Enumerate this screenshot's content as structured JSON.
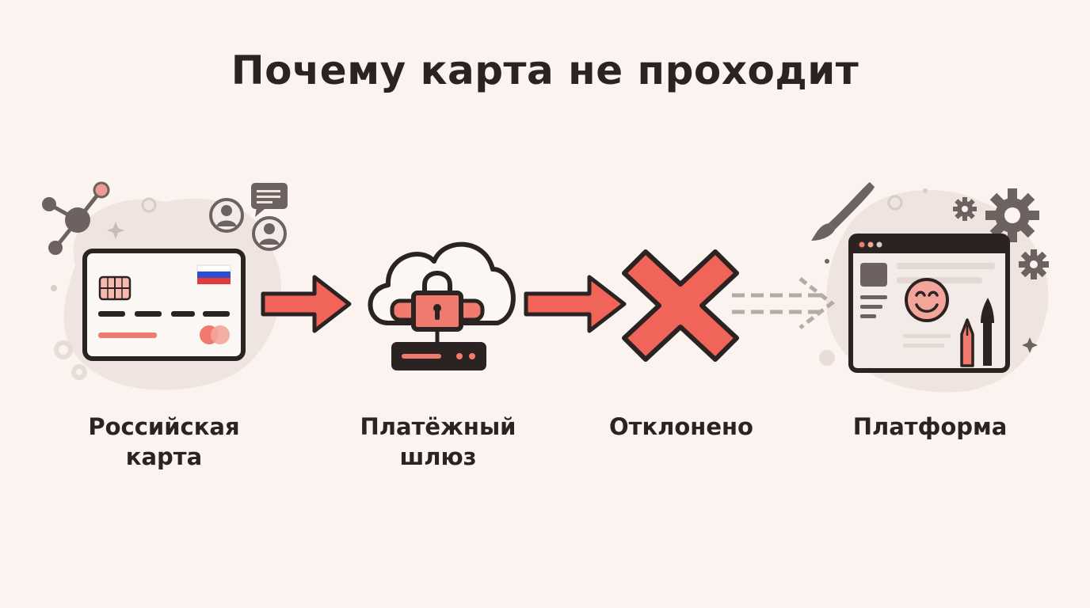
{
  "title": "Почему карта не проходит",
  "steps": [
    {
      "lines": [
        "Российская",
        "карта"
      ],
      "icon": "bank-card-icon"
    },
    {
      "lines": [
        "Платёжный",
        "шлюз"
      ],
      "icon": "cloud-lock-server-icon"
    },
    {
      "lines": [
        "Отклонено"
      ],
      "icon": "red-cross-icon"
    },
    {
      "lines": [
        "Платформа"
      ],
      "icon": "browser-window-icon"
    }
  ],
  "colors": {
    "background": "#faf3ef",
    "accent": "#f0645a",
    "dark": "#2b2321",
    "muted": "#7a6d69",
    "blob": "#efe4df"
  }
}
